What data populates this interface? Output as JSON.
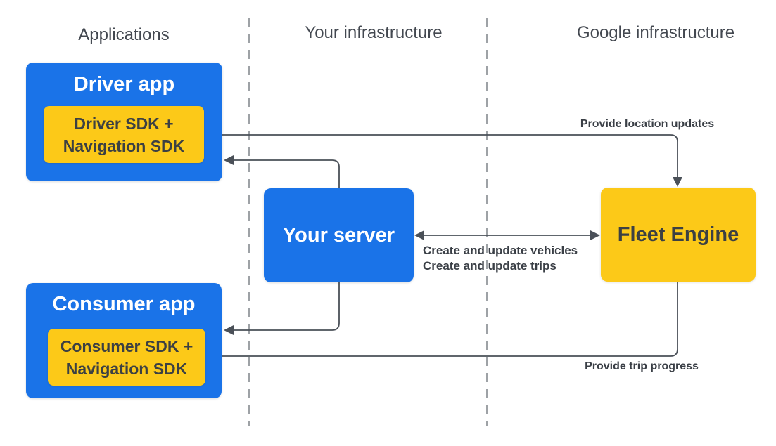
{
  "columns": {
    "applications": "Applications",
    "your_infrastructure": "Your infrastructure",
    "google_infrastructure": "Google infrastructure"
  },
  "nodes": {
    "driver_app": {
      "title": "Driver app",
      "sdk_line1": "Driver SDK +",
      "sdk_line2": "Navigation SDK"
    },
    "your_server": {
      "title": "Your server"
    },
    "fleet_engine": {
      "title": "Fleet Engine"
    },
    "consumer_app": {
      "title": "Consumer app",
      "sdk_line1": "Consumer SDK +",
      "sdk_line2": "Navigation SDK"
    }
  },
  "edges": {
    "provide_location_updates": "Provide location updates",
    "create_update_line1": "Create and update vehicles",
    "create_update_line2": "Create and update trips",
    "provide_trip_progress": "Provide trip progress"
  },
  "colors": {
    "blue": "#1A73E8",
    "yellow": "#FCC918",
    "box_text_light": "#FFFFFF",
    "box_text_dark": "#3C4043",
    "header_text": "#434850",
    "label_text": "#3A3F46",
    "arrow": "#4A5058",
    "lane_divider": "#9EA2A6",
    "canvas_bg": "#FFFFFF"
  }
}
